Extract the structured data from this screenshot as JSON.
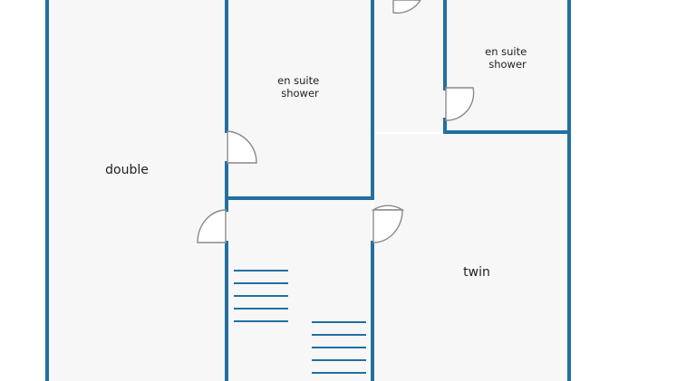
{
  "rooms": {
    "double": {
      "label": "double"
    },
    "ensuite_left": {
      "line1": "en suite",
      "line2": "shower"
    },
    "ensuite_right": {
      "line1": "en suite",
      "line2": "shower"
    },
    "twin": {
      "label": "twin"
    }
  },
  "colors": {
    "wall": "#2270a0",
    "floor": "#f7f7f7",
    "door": "#8a8a8a",
    "text": "#222222"
  },
  "stairs": {
    "upper_flight_treads": 5,
    "lower_flight_treads": 5
  }
}
